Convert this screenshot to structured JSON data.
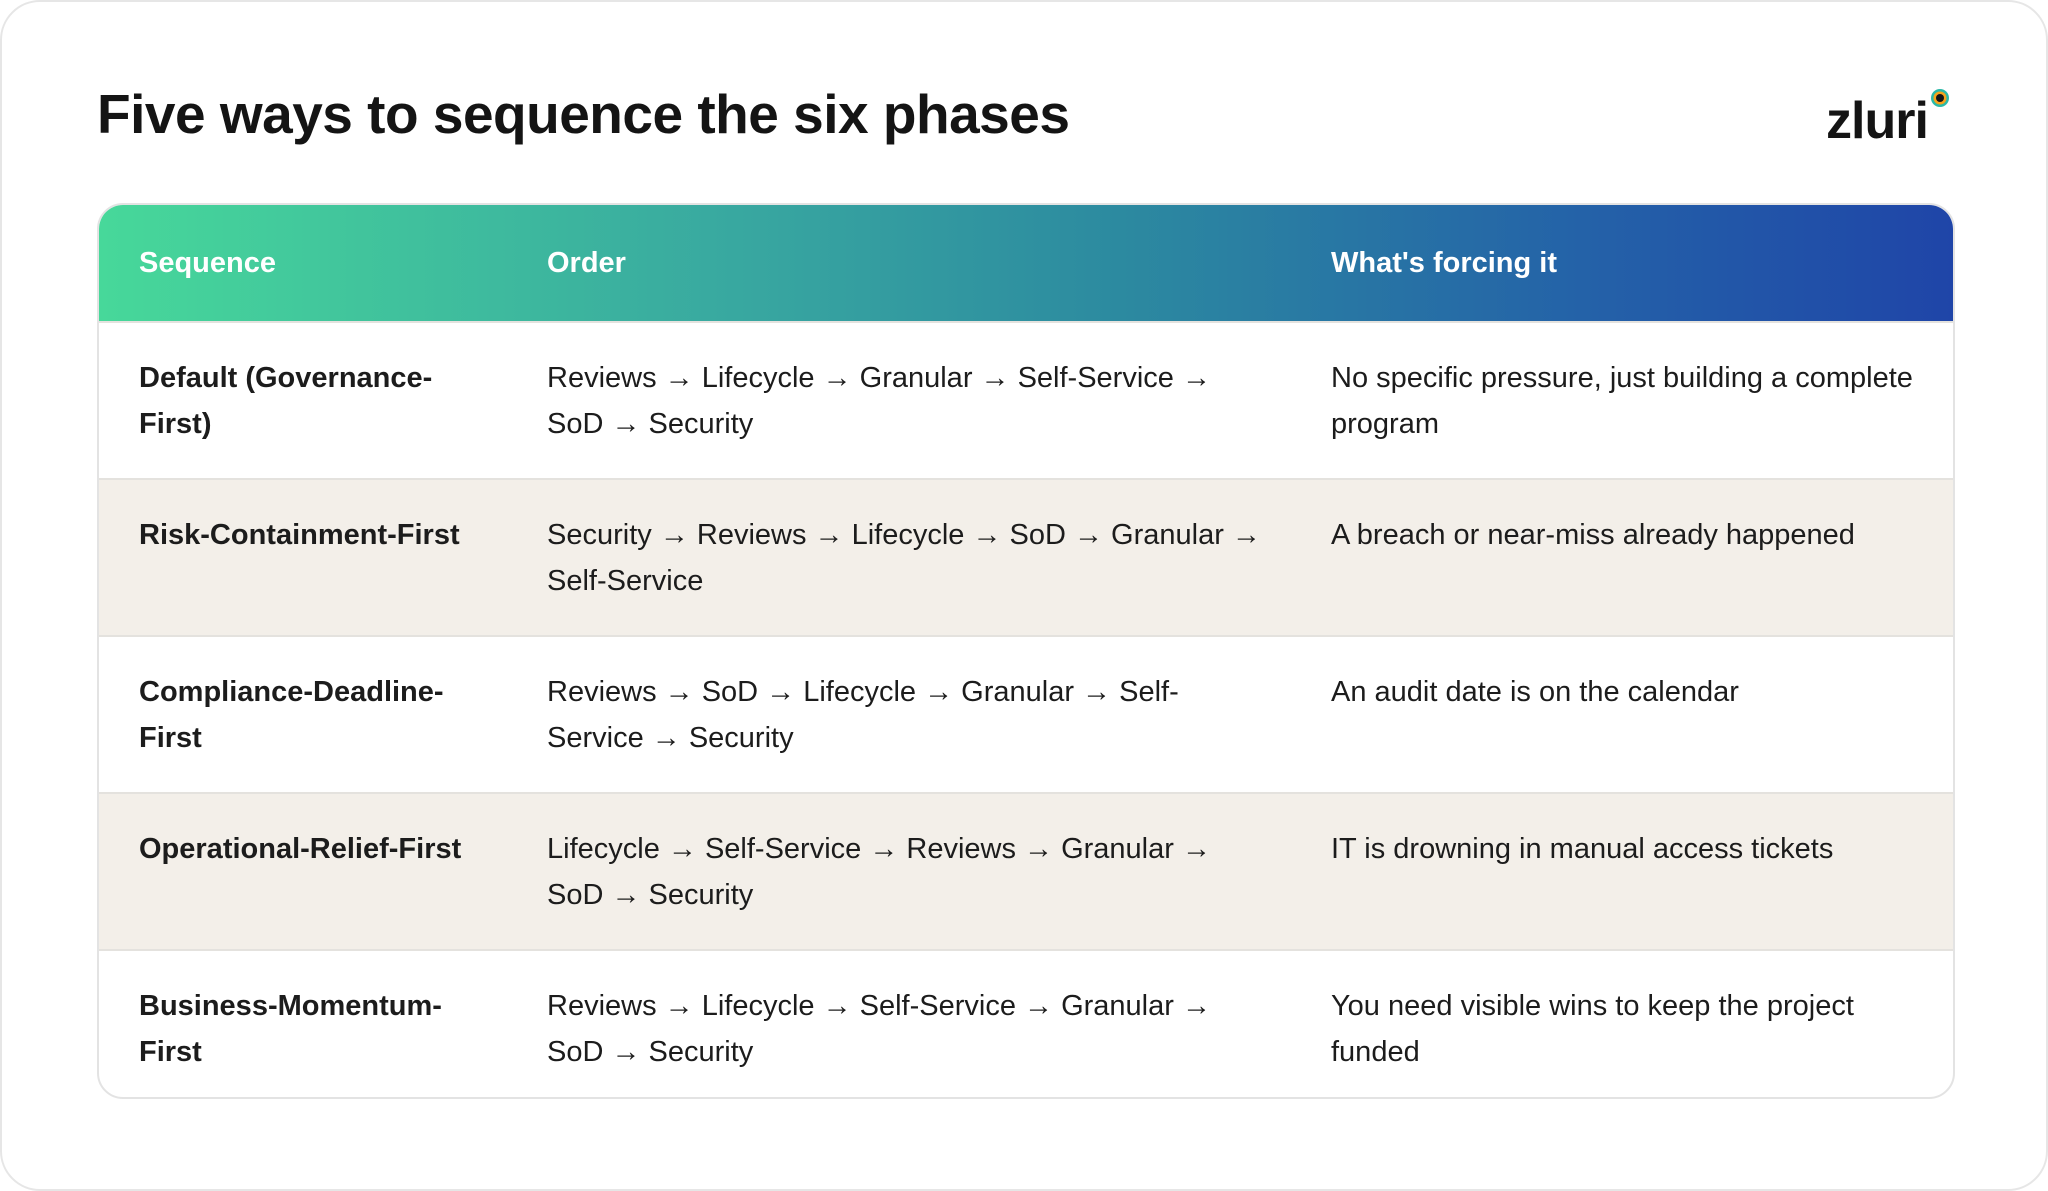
{
  "title": "Five ways to sequence the six phases",
  "logo": {
    "text": "zluri",
    "icon": "zluri-logo"
  },
  "table": {
    "headers": [
      "Sequence",
      "Order",
      "What's forcing it"
    ],
    "rows": [
      {
        "sequence": "Default (Governance-First)",
        "order": "Reviews → Lifecycle → Granular → Self-Service → SoD → Security",
        "forcing": "No specific pressure, just building a complete program"
      },
      {
        "sequence": "Risk-Containment-First",
        "order": "Security → Reviews → Lifecycle → SoD → Granular → Self-Service",
        "forcing": "A breach or near-miss already happened"
      },
      {
        "sequence": "Compliance-Deadline-First",
        "order": "Reviews → SoD → Lifecycle → Granular → Self-Service → Security",
        "forcing": "An audit date is on the calendar"
      },
      {
        "sequence": "Operational-Relief-First",
        "order": "Lifecycle → Self-Service → Reviews → Granular → SoD → Security",
        "forcing": "IT is drowning in manual access tickets"
      },
      {
        "sequence": "Business-Momentum-First",
        "order": "Reviews → Lifecycle → Self-Service → Granular → SoD → Security",
        "forcing": "You need visible wins to keep the project funded"
      }
    ]
  },
  "colors": {
    "header_gradient_start": "#47d89a",
    "header_gradient_end": "#1f45a8",
    "alt_row": "#f3efe9"
  }
}
